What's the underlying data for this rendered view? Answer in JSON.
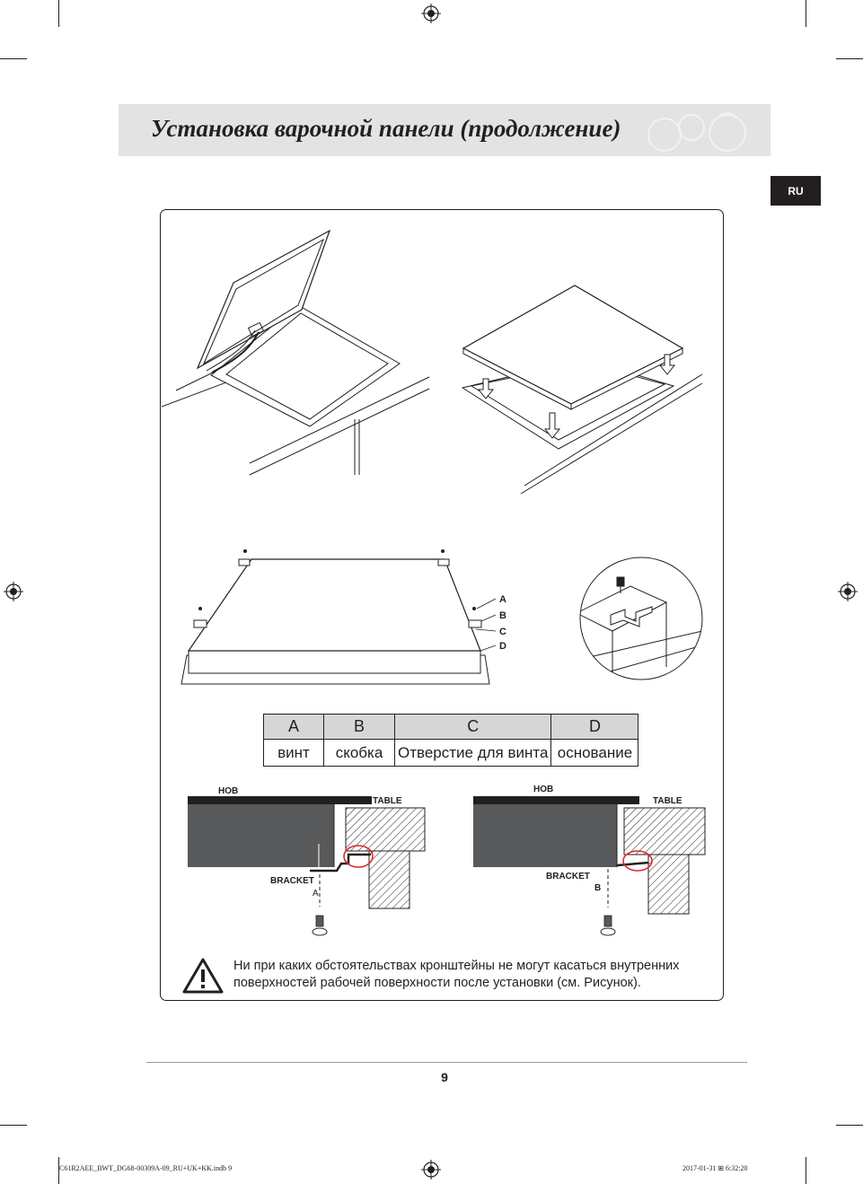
{
  "header": {
    "title": "Установка варочной панели (продолжение)",
    "language_tab": "RU"
  },
  "figure_labels": {
    "part_a": "A",
    "part_b": "B",
    "part_c": "C",
    "part_d": "D",
    "hob": "HOB",
    "table": "TABLE",
    "bracket": "BRACKET",
    "pos_a": "A",
    "pos_b": "B"
  },
  "parts_table": {
    "headers": [
      "A",
      "B",
      "C",
      "D"
    ],
    "values": [
      "винт",
      "скобка",
      "Отверстие для винта",
      "основание"
    ]
  },
  "warning": {
    "text": "Ни при каких обстоятельствах кронштейны не могут касаться внутренних поверхностей рабочей поверхности после установки (см. Рисунок)."
  },
  "footer": {
    "page_number": "9",
    "slug_left": "C61R2AEE_BWT_DG68-00309A-09_RU+UK+KK.indb   9",
    "slug_right": "2017-01-31   ⊞ 6:32:20"
  },
  "colors": {
    "title_band": "#e3e3e3",
    "ink": "#231f20",
    "highlight": "#e0262b",
    "hob_body": "#58595b"
  }
}
